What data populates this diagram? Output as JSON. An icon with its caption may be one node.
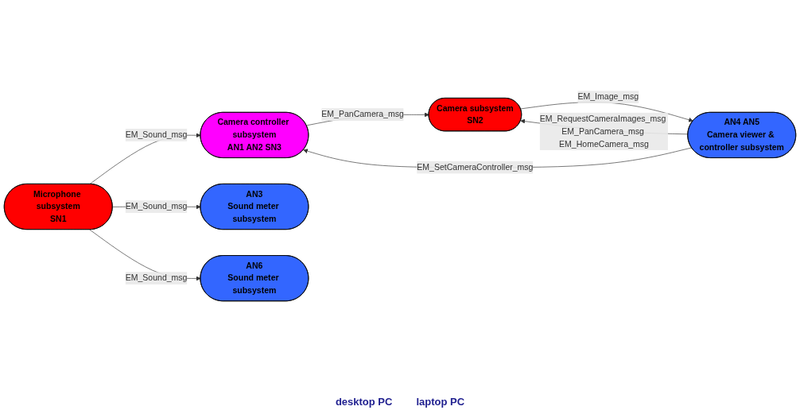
{
  "diagram": {
    "nodes": [
      {
        "text": [
          "Microphone subsystem",
          "SN1"
        ]
      },
      {
        "text": [
          "Camera subsystem",
          "SN2"
        ]
      },
      {
        "text": [
          "Camera controller subsystem",
          "AN1 AN2 SN3"
        ]
      },
      {
        "text": [
          "AN3",
          "Sound meter subsystem"
        ]
      },
      {
        "text": [
          "AN4 AN5",
          "Camera viewer & controller subsystem"
        ]
      },
      {
        "text": [
          "AN6",
          "Sound meter subsystem"
        ]
      }
    ],
    "edges": [
      {
        "from": 0,
        "to": 3,
        "arrow": "to",
        "label": "EM_Sound_msg"
      },
      {
        "from": 0,
        "to": 2,
        "arrow": "to",
        "label": "EM_Sound_msg"
      },
      {
        "from": 0,
        "to": 5,
        "arrow": "to",
        "label": "EM_Sound_msg"
      },
      {
        "from": 2,
        "to": 1,
        "arrow": "to",
        "label": "EM_PanCamera_msg"
      },
      {
        "from": 1,
        "to": 4,
        "arrow": "to",
        "label": "EM_Image_msg"
      },
      {
        "from": 4,
        "to": 1,
        "arrow": "to",
        "label": "EM_RequestCameraImages_msg EM_PanCamera_msg EM_HomeCamera_msg"
      },
      {
        "from": 4,
        "to": 2,
        "arrow": "to",
        "label": "EM_SetCameraController_msg"
      }
    ],
    "labels": [
      "desktop PC",
      "laptop PC"
    ]
  }
}
